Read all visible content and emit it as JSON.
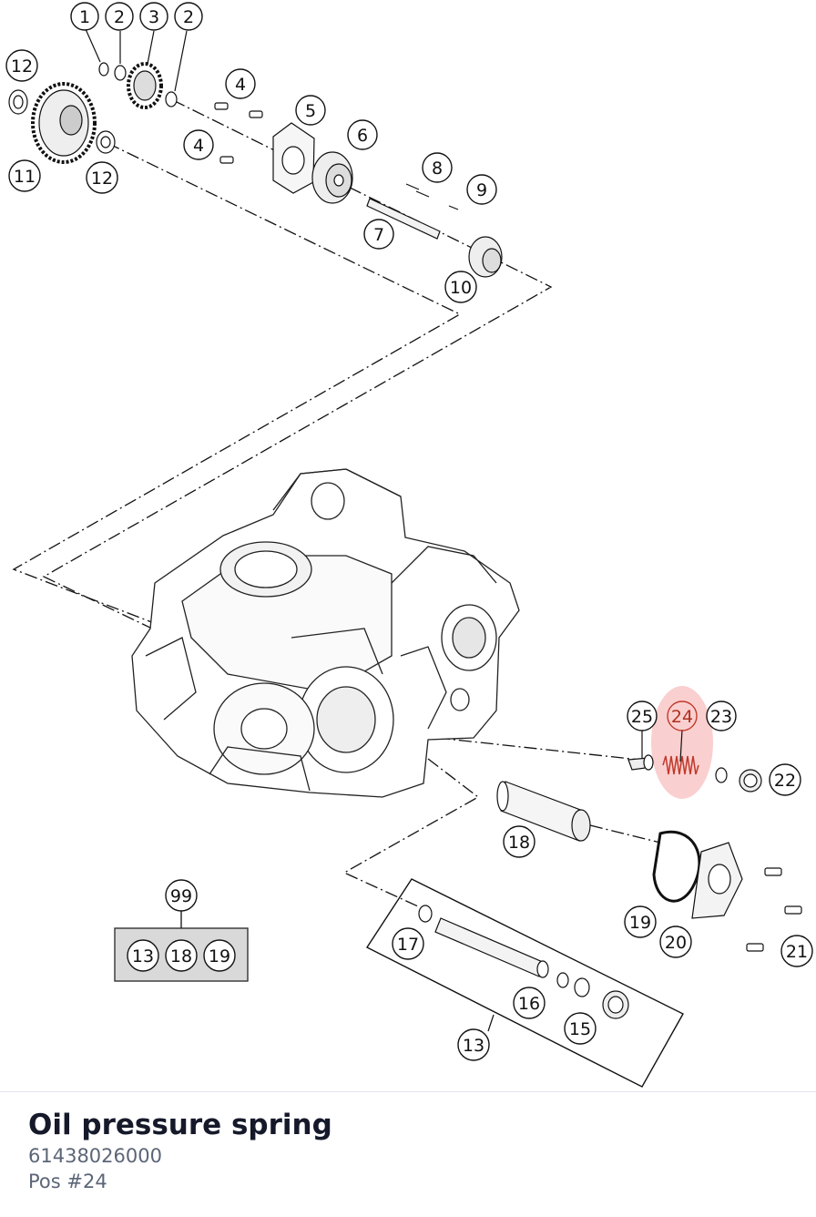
{
  "diagram": {
    "callouts": [
      {
        "id": "c1",
        "label": "1"
      },
      {
        "id": "c2a",
        "label": "2"
      },
      {
        "id": "c3",
        "label": "3"
      },
      {
        "id": "c2b",
        "label": "2"
      },
      {
        "id": "c12a",
        "label": "12"
      },
      {
        "id": "c4a",
        "label": "4"
      },
      {
        "id": "c5",
        "label": "5"
      },
      {
        "id": "c6",
        "label": "6"
      },
      {
        "id": "c4b",
        "label": "4"
      },
      {
        "id": "c11",
        "label": "11"
      },
      {
        "id": "c12b",
        "label": "12"
      },
      {
        "id": "c8",
        "label": "8"
      },
      {
        "id": "c9",
        "label": "9"
      },
      {
        "id": "c7",
        "label": "7"
      },
      {
        "id": "c10",
        "label": "10"
      },
      {
        "id": "c25",
        "label": "25"
      },
      {
        "id": "c24",
        "label": "24",
        "highlighted": true
      },
      {
        "id": "c23",
        "label": "23"
      },
      {
        "id": "c22",
        "label": "22"
      },
      {
        "id": "c18",
        "label": "18"
      },
      {
        "id": "c99",
        "label": "99"
      },
      {
        "id": "c19",
        "label": "19"
      },
      {
        "id": "c20",
        "label": "20"
      },
      {
        "id": "c21",
        "label": "21"
      },
      {
        "id": "c17",
        "label": "17"
      },
      {
        "id": "c16",
        "label": "16"
      },
      {
        "id": "c15",
        "label": "15"
      },
      {
        "id": "c13",
        "label": "13"
      }
    ],
    "kit_box": {
      "items": [
        "13",
        "18",
        "19"
      ]
    },
    "highlight_color": "#f06a6a"
  },
  "part": {
    "name": "Oil pressure spring",
    "number": "61438026000",
    "position": "Pos #24"
  }
}
